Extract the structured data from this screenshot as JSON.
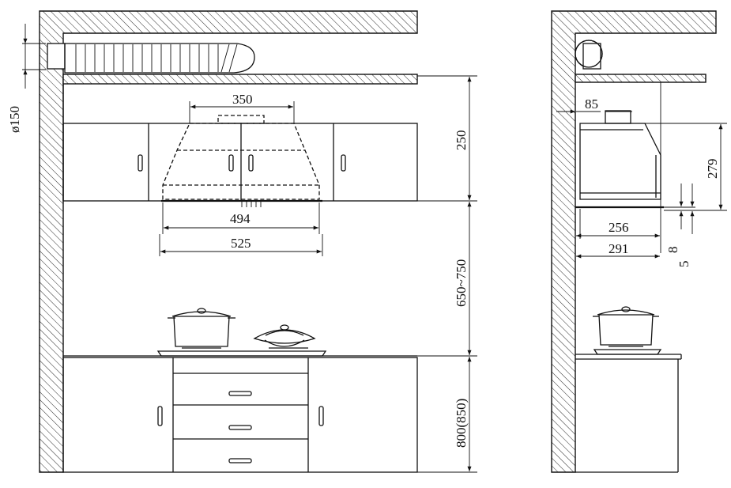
{
  "front_view": {
    "duct_diameter": "ø150",
    "hood_top_width": "350",
    "cabinet_height": "250",
    "hood_inner_width": "494",
    "hood_outer_width": "525",
    "hood_to_hob_height": "650~750",
    "counter_height": "800(850)"
  },
  "side_view": {
    "wall_offset": "85",
    "hood_height": "279",
    "depth_inner": "256",
    "depth_outer": "291",
    "gap_a": "8",
    "gap_b": "5"
  }
}
